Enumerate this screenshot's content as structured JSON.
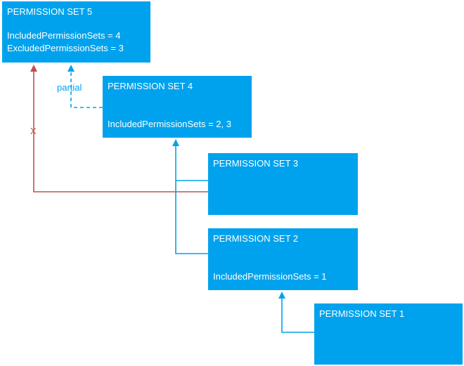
{
  "colors": {
    "box": "#00a2ed",
    "box_text": "#ffffff",
    "include_line": "#00a2ed",
    "exclude_line": "#c0504d"
  },
  "boxes": {
    "ps5": {
      "title": "PERMISSION SET 5",
      "included": "IncludedPermissionSets = 4",
      "excluded": "ExcludedPermissionSets = 3"
    },
    "ps4": {
      "title": "PERMISSION SET 4",
      "included": "IncludedPermissionSets = 2, 3"
    },
    "ps3": {
      "title": "PERMISSION SET 3"
    },
    "ps2": {
      "title": "PERMISSION SET 2",
      "included": "IncludedPermissionSets = 1"
    },
    "ps1": {
      "title": "PERMISSION SET 1"
    }
  },
  "labels": {
    "partial": "partial",
    "excluded_marker": "X"
  }
}
